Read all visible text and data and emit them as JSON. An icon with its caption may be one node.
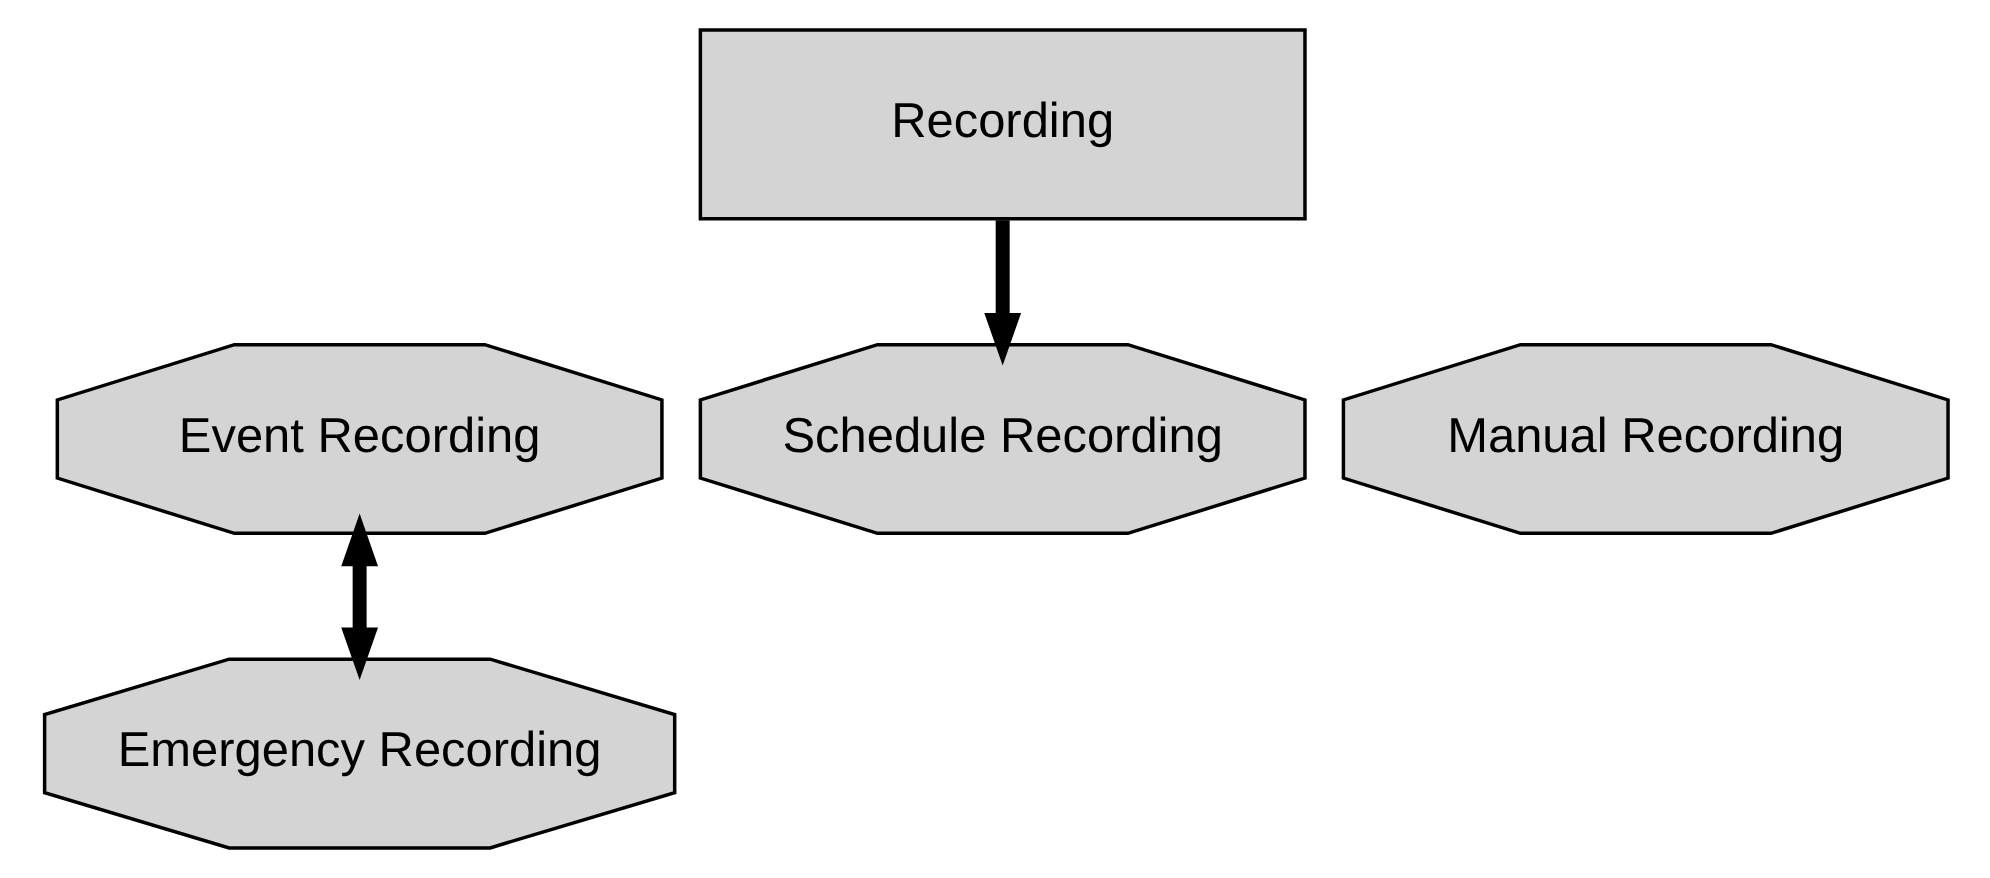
{
  "diagram": {
    "nodes": [
      {
        "text": [
          "Recording"
        ]
      },
      {
        "text": [
          "Event Recording"
        ]
      },
      {
        "text": [
          "Schedule Recording"
        ]
      },
      {
        "text": [
          "Manual Recording"
        ]
      },
      {
        "text": [
          "Emergency Recording"
        ]
      }
    ],
    "edges": [
      {
        "from": 0,
        "to": 2,
        "arrow": "to"
      },
      {
        "from": 1,
        "to": 4,
        "arrow": "both"
      }
    ]
  }
}
